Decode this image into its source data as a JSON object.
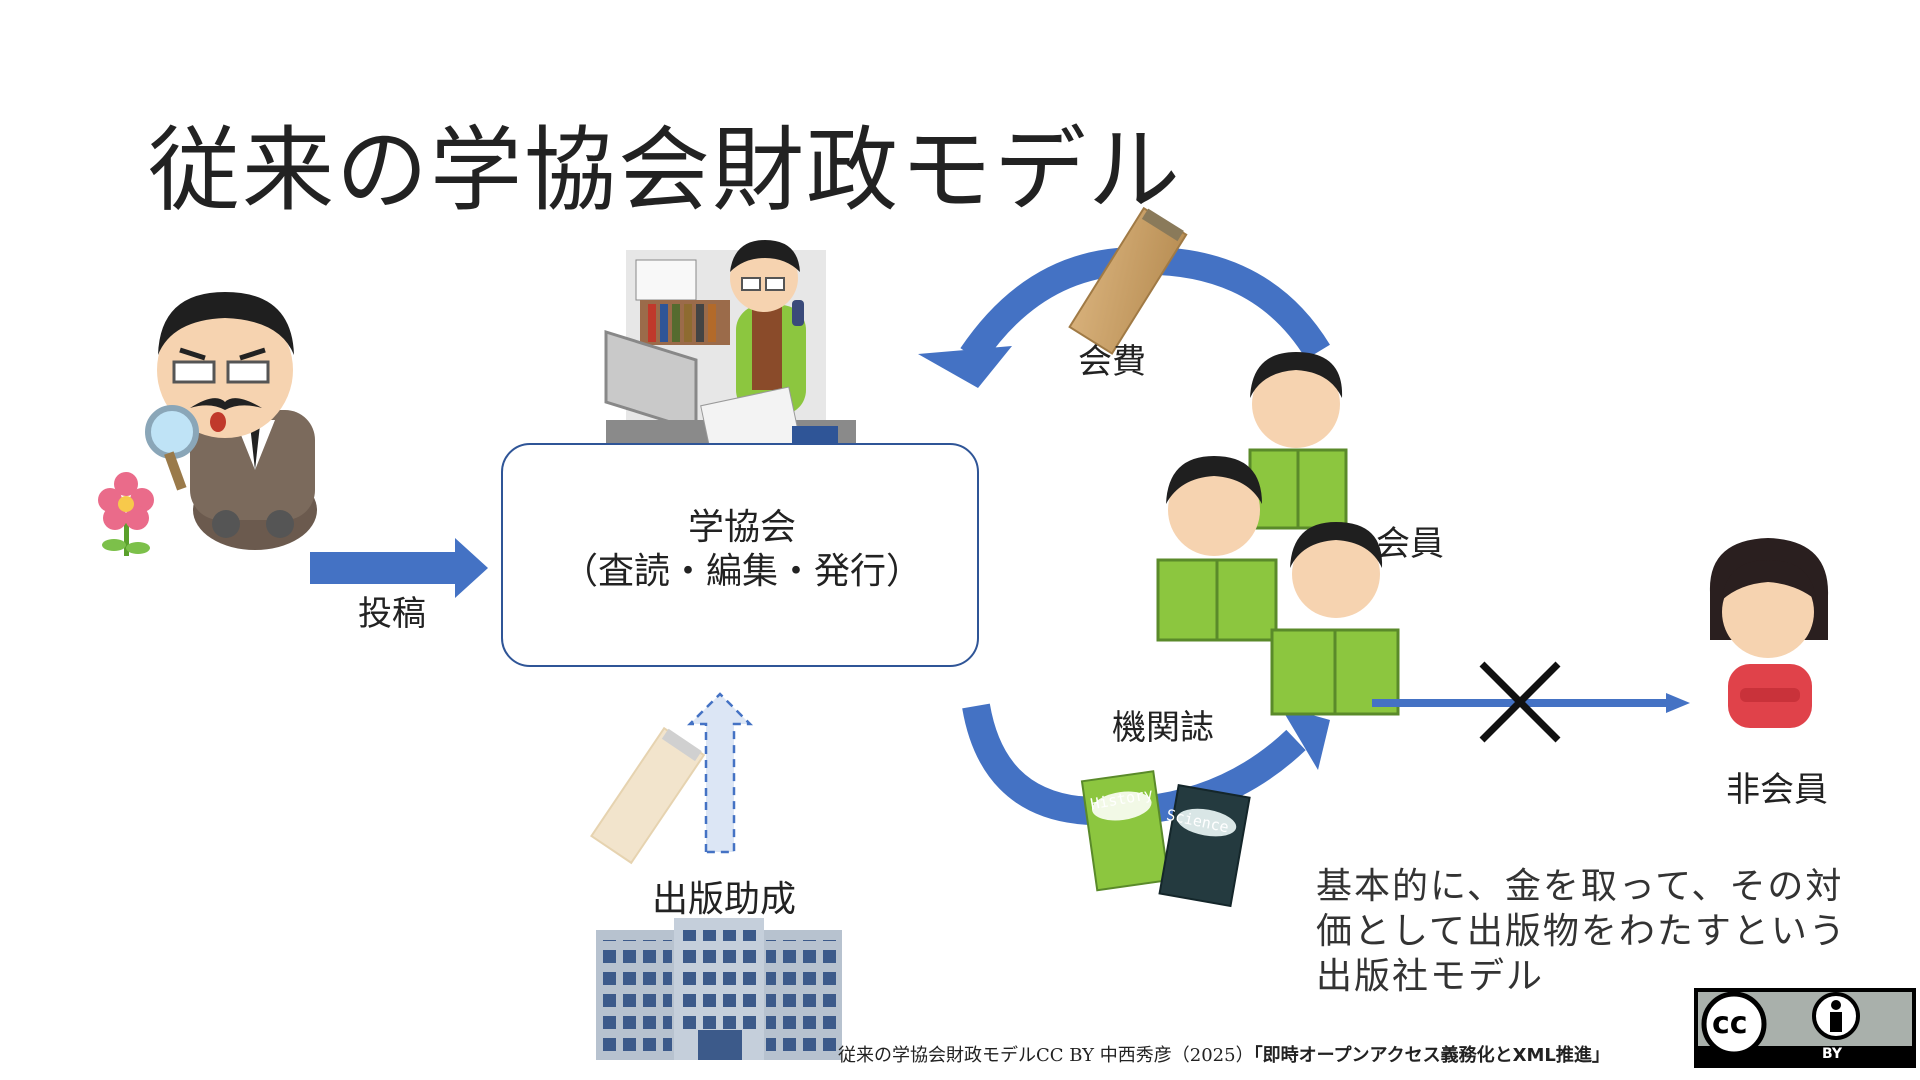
{
  "title": "従来の学協会財政モデル",
  "labels": {
    "submission": "投稿",
    "society_line1": "学協会",
    "society_line2": "（査読・編集・発行）",
    "membership_fee": "会費",
    "members": "会員",
    "journal": "機関誌",
    "non_member": "非会員",
    "publication_grant": "出版助成"
  },
  "book_titles": {
    "green": "History",
    "dark": "Science"
  },
  "description": [
    "基本的に、金を取って、その対",
    "価として出版物をわたすという",
    "出版社モデル"
  ],
  "footer": {
    "prefix": "従来の学協会財政モデルCC BY 中西秀彦（2025）",
    "bold": "「即時オープンアクセス義務化とXML推進」"
  },
  "license": {
    "cc": "cc",
    "by": "BY"
  },
  "colors": {
    "arrow": "#4472c4",
    "box_border": "#2f5597",
    "book_green": "#8cc63f",
    "book_dark": "#243a3f"
  }
}
